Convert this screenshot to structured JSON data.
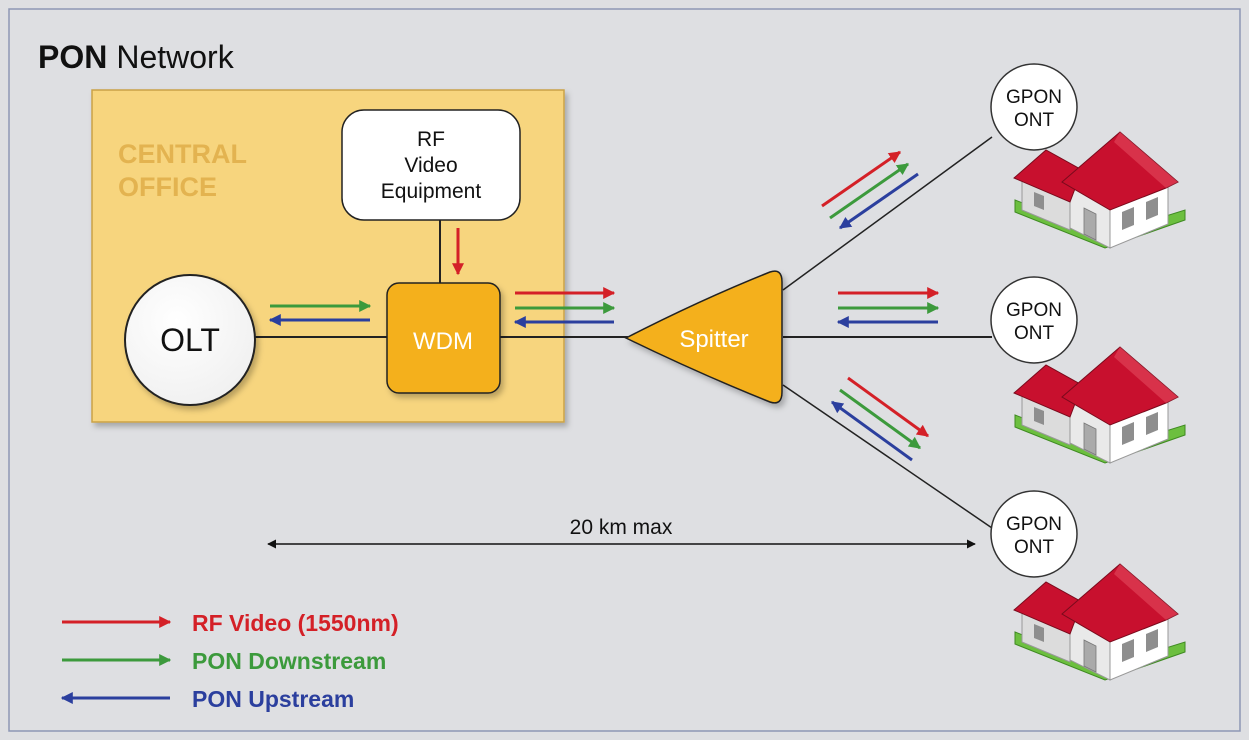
{
  "title": {
    "bold": "PON",
    "rest": "Network"
  },
  "central_office": {
    "line1": "CENTRAL",
    "line2": "OFFICE"
  },
  "rf_equipment": {
    "line1": "RF",
    "line2": "Video",
    "line3": "Equipment"
  },
  "olt": {
    "label": "OLT"
  },
  "wdm": {
    "label": "WDM"
  },
  "splitter": {
    "label": "Spitter"
  },
  "ont": {
    "line1": "GPON",
    "line2": "ONT"
  },
  "distance": {
    "label": "20 km max"
  },
  "legend": {
    "items": [
      {
        "label": "RF Video (1550nm)",
        "direction": "right",
        "color": "#d42027"
      },
      {
        "label": "PON Downstream",
        "direction": "right",
        "color": "#3c9a3c"
      },
      {
        "label": "PON Upstream",
        "direction": "left",
        "color": "#2b3f9e"
      }
    ]
  },
  "colors": {
    "rf": "#d42027",
    "downstream": "#3c9a3c",
    "upstream": "#2b3f9e",
    "office_fill": "#f7d57e",
    "device_fill": "#f4b01a",
    "roof": "#c8102e",
    "lawn": "#6cbf3f"
  }
}
